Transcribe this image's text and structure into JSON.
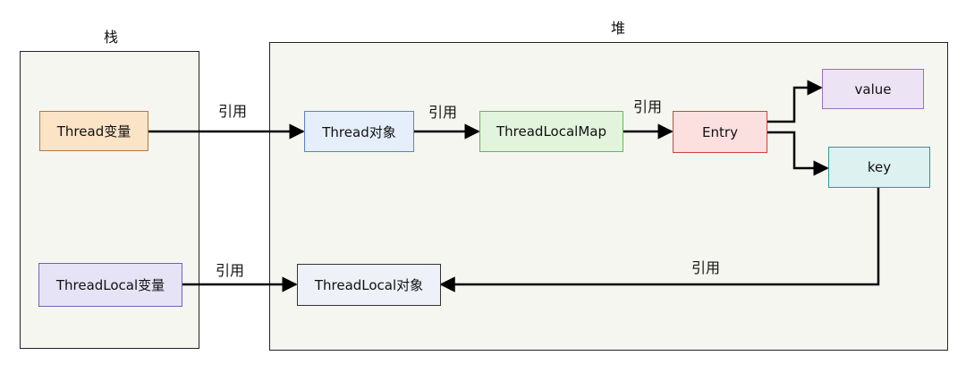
{
  "regions": {
    "stack": {
      "title": "栈"
    },
    "heap": {
      "title": "堆"
    }
  },
  "nodes": {
    "thread_var": {
      "label": "Thread变量",
      "fill": "#fbe3c6",
      "border": "#b07a3a"
    },
    "threadlocal_var": {
      "label": "ThreadLocal变量",
      "fill": "#e6e3f6",
      "border": "#6c63b5"
    },
    "thread_obj": {
      "label": "Thread对象",
      "fill": "#e5eefb",
      "border": "#5b83c6"
    },
    "threadlocalmap": {
      "label": "ThreadLocalMap",
      "fill": "#e2f4dc",
      "border": "#6fb25a"
    },
    "entry": {
      "label": "Entry",
      "fill": "#fbe0df",
      "border": "#d0413a"
    },
    "value": {
      "label": "value",
      "fill": "#ece3f4",
      "border": "#9b6fc0"
    },
    "key": {
      "label": "key",
      "fill": "#dcf1f0",
      "border": "#2a9a97"
    },
    "threadlocal_obj": {
      "label": "ThreadLocal对象",
      "fill": "#eef1f7",
      "border": "#333333"
    }
  },
  "edge_labels": {
    "a": "引用",
    "b": "引用",
    "c": "引用",
    "d": "引用",
    "e": "引用"
  }
}
